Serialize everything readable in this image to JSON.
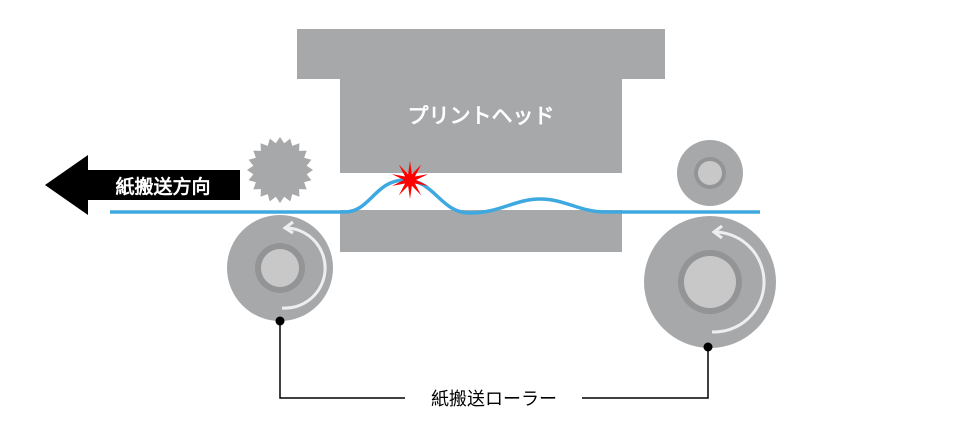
{
  "print_head": {
    "label": "プリントヘッド"
  },
  "direction_arrow": {
    "label": "紙搬送方向"
  },
  "roller_label": {
    "label": "紙搬送ローラー"
  },
  "colors": {
    "machine_gray": "#a7a8aa",
    "roller_ring": "#939496",
    "roller_core": "#c8c8c9",
    "paper": "#3ea9e0",
    "jam_star": "#ff0000",
    "arrow": "#000000"
  }
}
